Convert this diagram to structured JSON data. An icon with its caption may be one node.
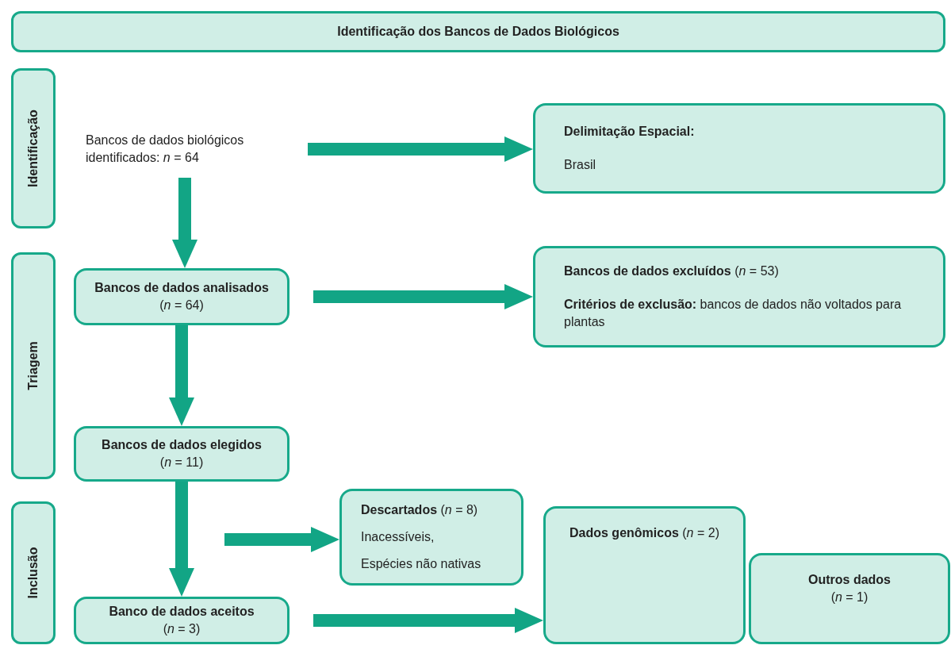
{
  "diagram": {
    "nodes": [
      {
        "text": [
          "Identificação dos Bancos de Dados Biológicos"
        ]
      },
      {
        "text": [
          "Identificação"
        ]
      },
      {
        "text": [
          "Triagem"
        ]
      },
      {
        "text": [
          "Inclusão"
        ]
      },
      {
        "text": [
          "Bancos de dados biológicos identificados: *n* = 64"
        ]
      },
      {
        "text": [
          "Delimitação Espacial:",
          "Brasil"
        ]
      },
      {
        "text": [
          "Bancos de dados analisados",
          "(*n* = 64)"
        ]
      },
      {
        "text": [
          "**Bancos de dados excluídos** (*n* = 53)",
          "**Critérios de exclusão:** bancos de dados não voltados para plantas"
        ]
      },
      {
        "text": [
          "Bancos de dados elegidos",
          "(*n* = 11)"
        ]
      },
      {
        "text": [
          "**Descartados** (*n* = 8)",
          "Inacessíveis,",
          "Espécies não nativas"
        ]
      },
      {
        "text": [
          "Banco de dados aceitos",
          "(*n* = 3)"
        ]
      },
      {
        "text": [
          "**Dados genômicos** (*n* = 2)"
        ]
      },
      {
        "text": [
          "Outros dados",
          "(*n* = 1)"
        ]
      }
    ],
    "edges": [
      {
        "from": 4,
        "to": 5,
        "arrow": "to"
      },
      {
        "from": 4,
        "to": 6,
        "arrow": "to"
      },
      {
        "from": 6,
        "to": 7,
        "arrow": "to"
      },
      {
        "from": 6,
        "to": 8,
        "arrow": "to"
      },
      {
        "from": 8,
        "to": 10,
        "arrow": "to"
      },
      {
        "from": null,
        "to": 9,
        "arrow": "to"
      },
      {
        "from": 10,
        "to": 11,
        "arrow": "to"
      }
    ]
  }
}
